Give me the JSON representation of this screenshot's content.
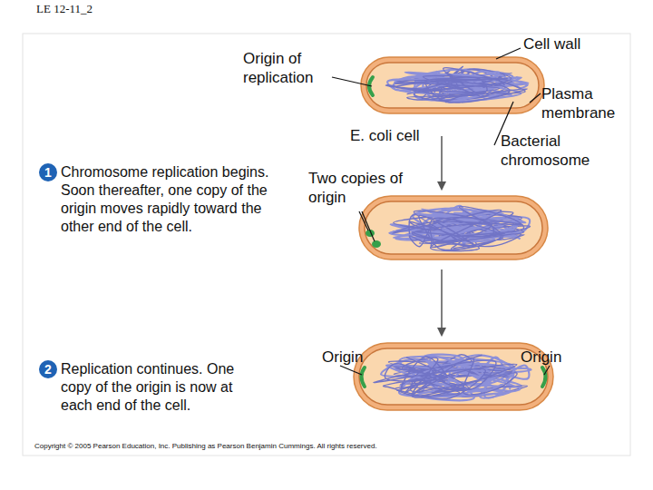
{
  "diagram": {
    "nodes": [
      {
        "text": [
          "1"
        ]
      },
      {
        "text": [
          "2"
        ]
      }
    ],
    "labels": [
      "LE 12-11_2",
      "Origin of replication",
      "Cell wall",
      "Plasma membrane",
      "E. coli cell",
      "Bacterial chromosome",
      "Chromosome replication begins. Soon thereafter, one copy of the origin moves rapidly toward the other end of the cell.",
      "Two copies of origin",
      "Replication continues. One copy of the origin is now at each end of the cell.",
      "Origin",
      "Origin",
      "Copyright © 2005 Pearson Education, Inc. Publishing as Pearson Benjamin Cummings. All rights reserved."
    ]
  }
}
